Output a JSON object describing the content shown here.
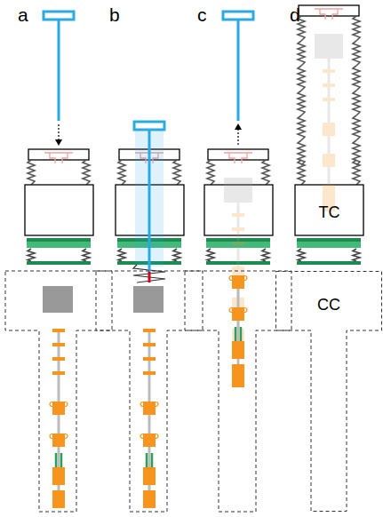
{
  "diagram": {
    "nodes": [
      {
        "text": [
          "TC"
        ]
      },
      {
        "text": [
          "CC"
        ]
      }
    ],
    "labels": [
      "a",
      "b",
      "c",
      "d"
    ]
  }
}
